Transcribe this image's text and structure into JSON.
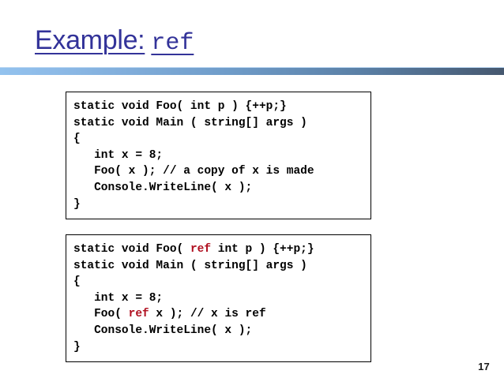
{
  "slide": {
    "title_word": "Example:",
    "title_code": "ref",
    "title_color": "#333399",
    "number": "17",
    "rule_color_left": "#93c2ee",
    "rule_color_right": "#46586f"
  },
  "code_blocks": [
    {
      "id": "code-block-value-semantics",
      "lines": [
        {
          "before": "static void Foo( int p ) {++p;}",
          "keyword": "",
          "after": ""
        },
        {
          "before": "static void Main ( string[] args )",
          "keyword": "",
          "after": ""
        },
        {
          "before": "{",
          "keyword": "",
          "after": ""
        },
        {
          "before": "   int x = 8;",
          "keyword": "",
          "after": ""
        },
        {
          "before": "   Foo( x ); // a copy of x is made",
          "keyword": "",
          "after": ""
        },
        {
          "before": "   Console.WriteLine( x );",
          "keyword": "",
          "after": ""
        },
        {
          "before": "}",
          "keyword": "",
          "after": ""
        }
      ]
    },
    {
      "id": "code-block-ref-semantics",
      "keyword_color": "#b01020",
      "lines": [
        {
          "before": "static void Foo( ",
          "keyword": "ref",
          "after": " int p ) {++p;}"
        },
        {
          "before": "static void Main ( string[] args )",
          "keyword": "",
          "after": ""
        },
        {
          "before": "{",
          "keyword": "",
          "after": ""
        },
        {
          "before": "   int x = 8;",
          "keyword": "",
          "after": ""
        },
        {
          "before": "   Foo( ",
          "keyword": "ref",
          "after": " x ); // x is ref"
        },
        {
          "before": "   Console.WriteLine( x );",
          "keyword": "",
          "after": ""
        },
        {
          "before": "}",
          "keyword": "",
          "after": ""
        }
      ]
    }
  ]
}
